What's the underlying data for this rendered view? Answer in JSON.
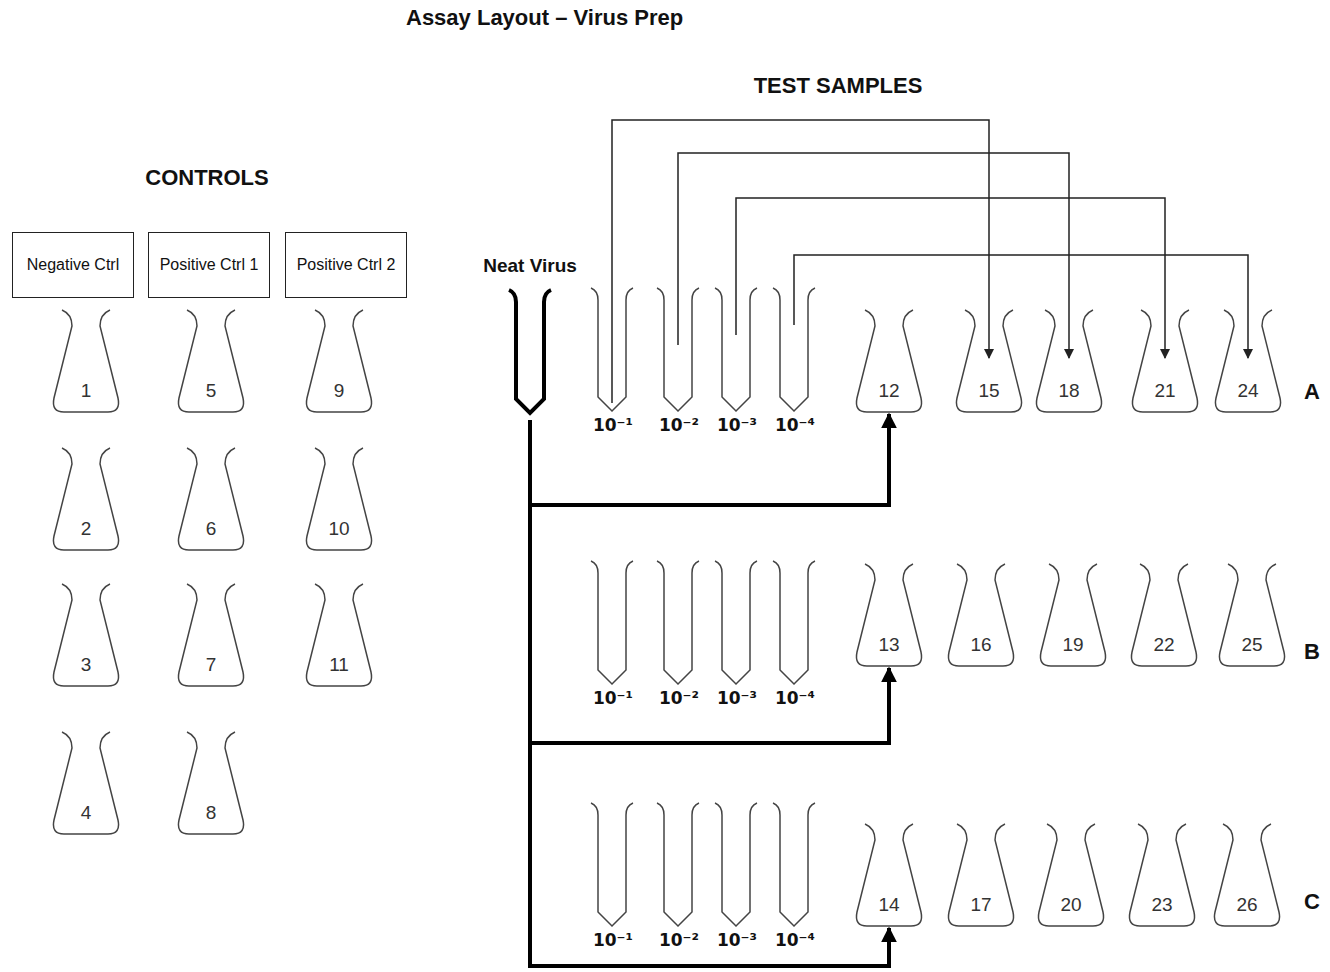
{
  "diagram": {
    "title": "Assay Layout – Virus Prep",
    "nodes": [
      {
        "text": [
          "Assay Layout – Virus Prep"
        ]
      },
      {
        "text": [
          "Negative Ctrl"
        ]
      },
      {
        "text": [
          "Positive Ctrl 1"
        ]
      },
      {
        "text": [
          "Positive Ctrl 2"
        ]
      },
      {
        "text": [
          "1"
        ]
      },
      {
        "text": [
          "2"
        ]
      },
      {
        "text": [
          "3"
        ]
      },
      {
        "text": [
          "4"
        ]
      },
      {
        "text": [
          "5"
        ]
      },
      {
        "text": [
          "6"
        ]
      },
      {
        "text": [
          "7"
        ]
      },
      {
        "text": [
          "8"
        ]
      },
      {
        "text": [
          "9"
        ]
      },
      {
        "text": [
          "10"
        ]
      },
      {
        "text": [
          "11"
        ]
      },
      {
        "text": [
          "Neat Virus"
        ]
      },
      {
        "text": [
          "10⁻¹"
        ]
      },
      {
        "text": [
          "10⁻²"
        ]
      },
      {
        "text": [
          "10⁻³"
        ]
      },
      {
        "text": [
          "10⁻⁴"
        ]
      },
      {
        "text": [
          "12"
        ]
      },
      {
        "text": [
          "15"
        ]
      },
      {
        "text": [
          "18"
        ]
      },
      {
        "text": [
          "21"
        ]
      },
      {
        "text": [
          "24"
        ]
      },
      {
        "text": [
          "10⁻¹"
        ]
      },
      {
        "text": [
          "10⁻²"
        ]
      },
      {
        "text": [
          "10⁻³"
        ]
      },
      {
        "text": [
          "10⁻⁴"
        ]
      },
      {
        "text": [
          "13"
        ]
      },
      {
        "text": [
          "16"
        ]
      },
      {
        "text": [
          "19"
        ]
      },
      {
        "text": [
          "22"
        ]
      },
      {
        "text": [
          "25"
        ]
      },
      {
        "text": [
          "10⁻¹"
        ]
      },
      {
        "text": [
          "10⁻²"
        ]
      },
      {
        "text": [
          "10⁻³"
        ]
      },
      {
        "text": [
          "10⁻⁴"
        ]
      },
      {
        "text": [
          "14"
        ]
      },
      {
        "text": [
          "17"
        ]
      },
      {
        "text": [
          "20"
        ]
      },
      {
        "text": [
          "23"
        ]
      },
      {
        "text": [
          "26"
        ]
      }
    ],
    "edges": [
      {
        "from": 15,
        "to": 20,
        "arrow": "to"
      },
      {
        "from": 15,
        "to": 29,
        "arrow": "to"
      },
      {
        "from": 15,
        "to": 38,
        "arrow": "to"
      },
      {
        "from": 16,
        "to": 21,
        "arrow": "to"
      },
      {
        "from": 17,
        "to": 22,
        "arrow": "to"
      },
      {
        "from": 18,
        "to": 23,
        "arrow": "to"
      },
      {
        "from": 19,
        "to": 24,
        "arrow": "to"
      }
    ],
    "labels": [
      "CONTROLS",
      "TEST SAMPLES",
      "A",
      "B",
      "C"
    ]
  }
}
